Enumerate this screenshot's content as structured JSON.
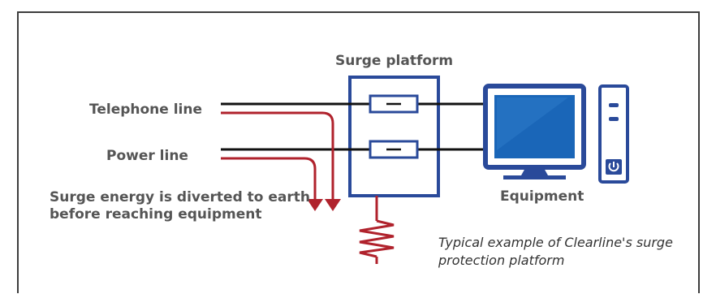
{
  "labels": {
    "surge_platform": "Surge platform",
    "telephone_line": "Telephone line",
    "power_line": "Power line",
    "surge_energy": [
      "Surge energy is diverted to earth",
      "before reaching equipment"
    ],
    "equipment": "Equipment"
  },
  "caption": [
    "Typical example of Clearline's surge",
    "protection platform"
  ],
  "colors": {
    "platform_blue": "#2a4a9a",
    "surge_red": "#b0222c",
    "line_black": "#111111",
    "label_gray": "#555555",
    "screen_blue": "#1a66b8",
    "frame_dark": "#3d3d3d"
  },
  "icons": [
    "computer-monitor-icon",
    "computer-tower-icon",
    "power-button-icon",
    "resistor-ground-symbol"
  ]
}
